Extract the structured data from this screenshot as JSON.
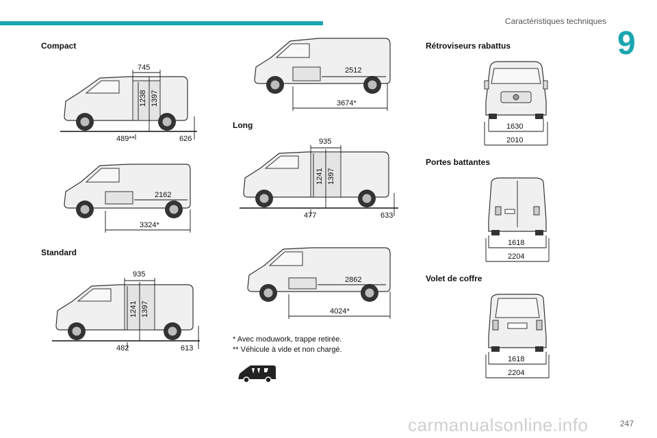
{
  "header": {
    "section_title": "Caractéristiques techniques",
    "chapter_number": "9"
  },
  "labels": {
    "compact": "Compact",
    "standard": "Standard",
    "long": "Long",
    "mirrors": "Rétroviseurs rabattus",
    "doors": "Portes battantes",
    "tailgate": "Volet de coffre"
  },
  "dims": {
    "compact_top": {
      "roof": "745",
      "h1": "1238",
      "h2": "1397",
      "front": "489**",
      "rear": "626"
    },
    "compact_cargo": {
      "inner": "2162",
      "total": "3324*"
    },
    "standard_top": {
      "roof": "935",
      "h1": "1241",
      "h2": "1397",
      "front": "482",
      "rear": "613"
    },
    "standard_cargo": {
      "inner": "2512",
      "total": "3674*"
    },
    "long_top": {
      "roof": "935",
      "h1": "1241",
      "h2": "1397",
      "front": "477",
      "rear": "633"
    },
    "long_cargo": {
      "inner": "2862",
      "total": "4024*"
    },
    "mirrors": {
      "inner": "1630",
      "outer": "2010"
    },
    "doors": {
      "inner": "1618",
      "outer": "2204"
    },
    "tailgate": {
      "inner": "1618",
      "outer": "2204"
    }
  },
  "footnotes": {
    "line1": "* Avec moduwork, trappe retirée.",
    "line2": "** Véhicule à vide et non chargé."
  },
  "page_number": "247",
  "watermark": "carmanualsonline.info"
}
